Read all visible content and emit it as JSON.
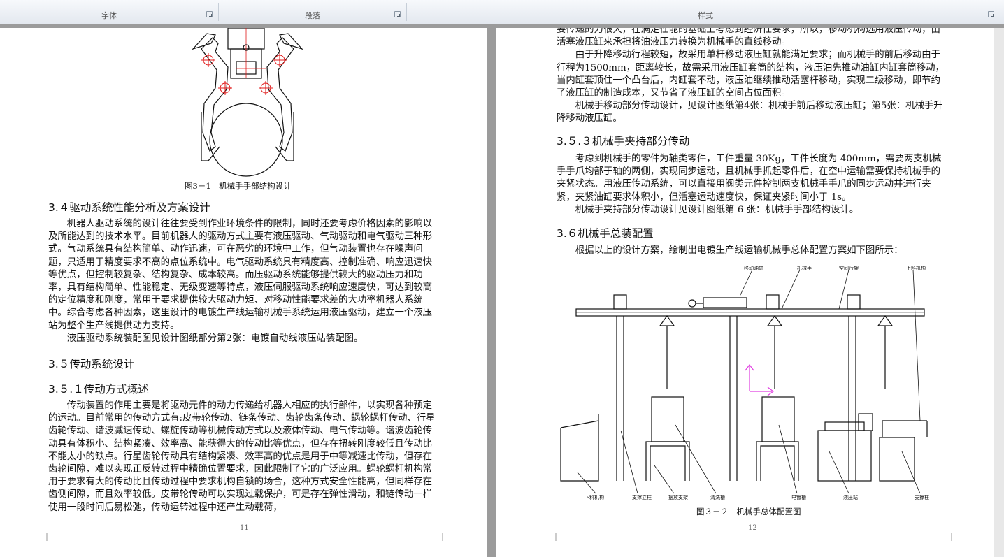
{
  "ribbon": {
    "groups": [
      "字体",
      "段落",
      "样式"
    ]
  },
  "page1": {
    "figure_caption": "图3－1　机械手手部结构设计",
    "heading_34": "3.４驱动系统性能分析及方案设计",
    "para_34_1": "机器人驱动系统的设计往往要受到作业环境条件的限制，同时还要考虑价格因素的影响以及所能达到的技术水平。目前机器人的驱动方式主要有液压驱动、气动驱动和电气驱动三种形式。气动系统具有结构简单、动作迅速，可在恶劣的环境中工作，但气动装置也存在噪声问题，只适用于精度要求不高的点位系统中。电气驱动系统具有精度高、控制准确、响应迅速快等优点，但控制较复杂、结构复杂、成本较高。而压驱动系统能够提供较大的驱动压力和功率，具有结构简单、性能稳定、无级变速等特点，液压伺服驱动系统响应速度快，可达到较高的定位精度和刚度，常用于要求提供较大驱动力矩、对移动性能要求差的大功率机器人系统中。综合考虑各种因素，这里设计的电镀生产线运输机械手系统运用液压驱动，建立一个液压站为整个生产线提供动力支持。",
    "para_34_2": "液压驱动系统装配图见设计图纸部分第2张：电镀自动线液压站装配图。",
    "heading_35": "3.５传动系统设计",
    "heading_351": "3.５.１传动方式概述",
    "para_351": "传动装置的作用主要是将驱动元件的动力传递给机器人相应的执行部件，以实现各种预定的运动。目前常用的传动方式有:皮带轮传动、链条传动、齿轮齿条传动、蜗轮蜗杆传动、行星齿轮传动、谐波减速传动、螺旋传动等机械传动方式以及液体传动、电气传动等。谐波齿轮传动具有体积小、结构紧凑、效率高、能获得大的传动比等优点，但存在扭转刚度较低且传动比不能太小的缺点。行星齿轮传动具有结构紧凑、效率高的优点是用于中等减速比传动，但存在齿轮间隙，难以实现正反转过程中精确位置要求，因此限制了它的广泛应用。蜗轮蜗杆机构常用于要求有大的传动比且传动过程中要求机构自锁的场合，这种方式安全性能高，但同样存在齿侧间隙，而且效率较低。皮带轮传动可以实现过载保护，可是存在弹性滑动，和链传动一样使用一段时间后易松弛，传动运转过程中还产生动载荷，",
    "page_number": "11"
  },
  "page2": {
    "para_top_1": "要传递的力很大，在满足性能的基础上考虑到经济性要求，所以，移动机构选用液压传动，由活塞液压缸来承担将油液压力转换为机械手的直线移动。",
    "para_top_2": "由于升降移动行程较短，故采用单杆移动液压缸就能满足要求；而机械手的前后移动由于行程为1500mm，距离较长，故需采用液压缸套筒的结构，液压油先推动油缸内缸套筒移动，当内缸套顶住一个凸台后，内缸套不动，液压油继续推动活塞杆移动，实现二级移动，即节约了液压缸的制造成本，又节省了液压缸的空间占位面积。",
    "para_top_3": "机械手移动部分传动设计，见设计图纸第4张：机械手前后移动液压缸；第5张：机械手升降移动液压缸。",
    "heading_353": "3.５.３机械手夹持部分传动",
    "para_353_1": "考虑到机械手的零件为轴类零件，工件重量 30Kg，工件长度为 400mm，需要两支机械手手爪均部于轴的两侧，实现同步运动，且机械手抓起零件后，在空中运输需要保持机械手的夹紧状态。用液压传动系统，可以直接用阀类元件控制两支机械手手爪的同步运动并进行夹紧，夹紧油缸要求体积小，但活塞运动速度快，保证夹紧时间小于 1s。",
    "para_353_2": "机械手夹持部分传动设计见设计图纸第 6 张：机械手手部结构设计。",
    "heading_36": "3.６机械手总装配置",
    "para_36": "根据以上的设计方案，绘制出电镀生产线运输机械手总体配置方案如下图所示：",
    "diagram_labels": {
      "l1": "移动油缸",
      "l2": "机械手",
      "l3": "空间行架",
      "l4": "上料机构",
      "b1": "下料机构",
      "b2": "支撑立柱",
      "b3": "摆放支架",
      "b4": "清洗槽",
      "b5": "电镀槽",
      "b6": "液压站",
      "b7": "支撑柱"
    },
    "figure_caption": "图３－２　机械手总体配置图",
    "page_number": "12"
  },
  "colors": {
    "gray_background": "#9b9b9b",
    "red_centerlines": "#e01818",
    "magenta_axis": "#e040e0",
    "page_white": "#ffffff"
  }
}
